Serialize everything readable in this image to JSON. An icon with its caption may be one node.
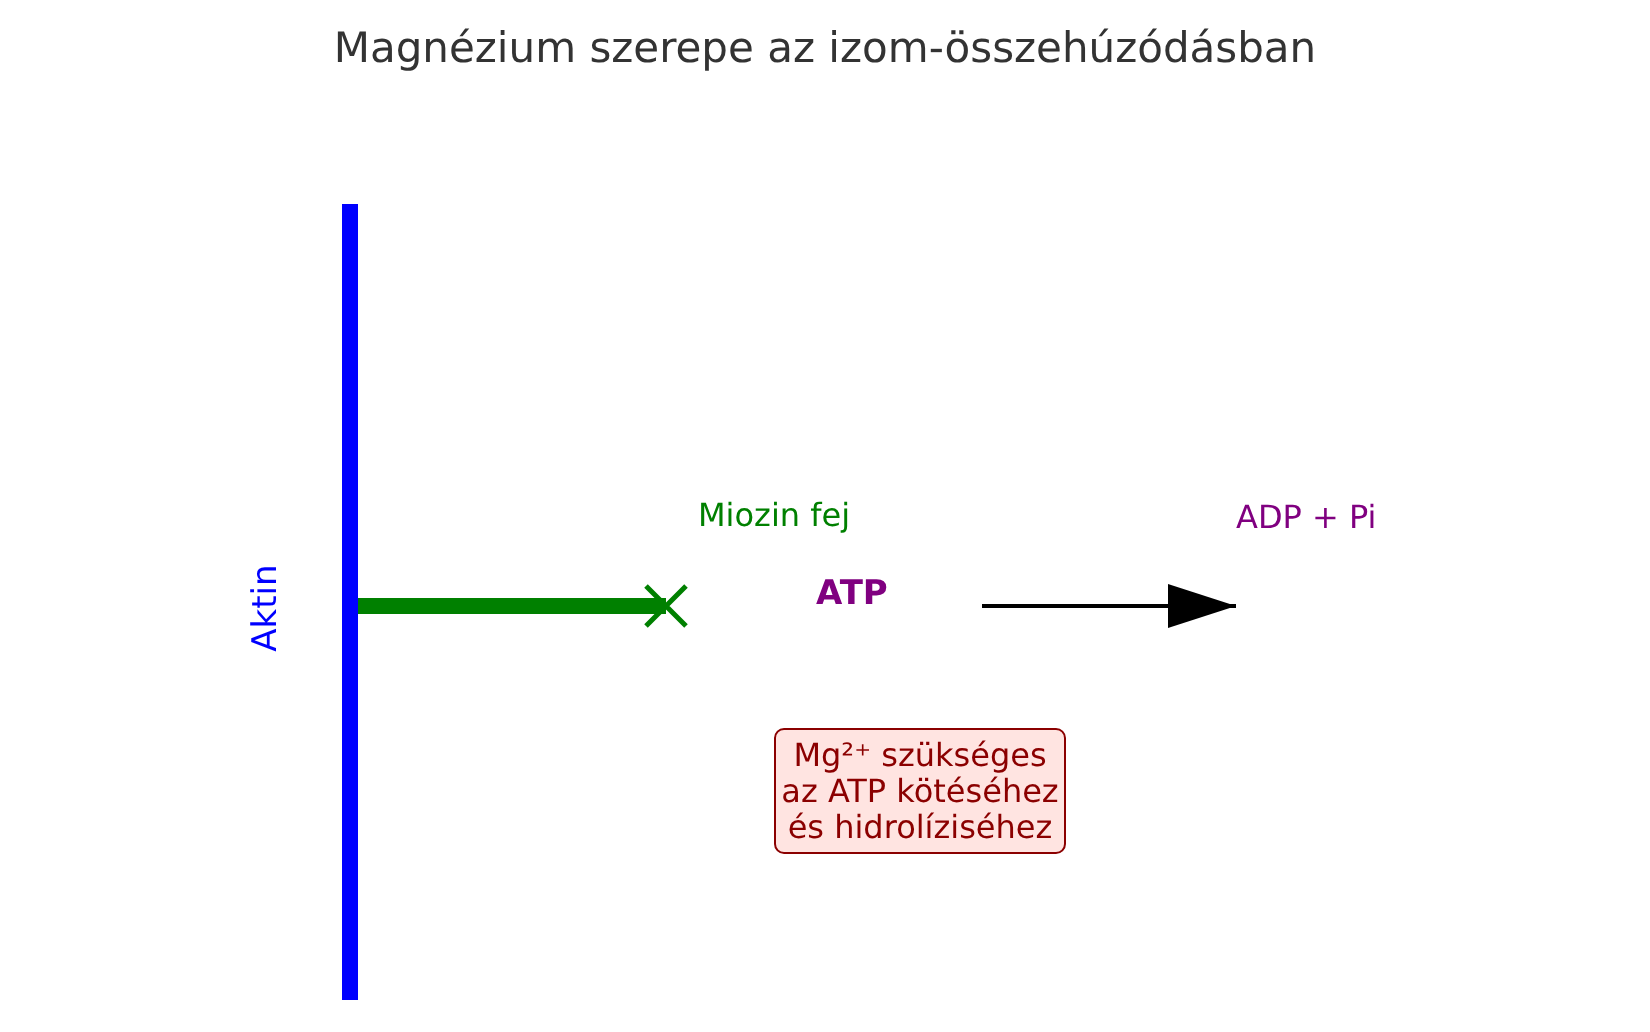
{
  "diagram": {
    "title": "Magnézium szerepe az izom-összehúzódásban",
    "nodes": [
      {
        "text": [],
        "shape": "bar",
        "beside": [
          "Aktin"
        ]
      },
      {
        "text": [
          "Miozin fej"
        ]
      },
      {
        "text": [
          "ATP"
        ]
      },
      {
        "text": [
          "ADP + Pi"
        ]
      },
      {
        "text": [
          "Mg²⁺ szükséges az ATP kötéséhez és hidrolíziséhez"
        ]
      }
    ],
    "edges": [
      {
        "from": 0,
        "to": 1,
        "arrow": "to",
        "style": "thick",
        "color": "#008000"
      },
      {
        "from": 2,
        "to": 3,
        "arrow": "to",
        "color": "#000000"
      }
    ]
  }
}
